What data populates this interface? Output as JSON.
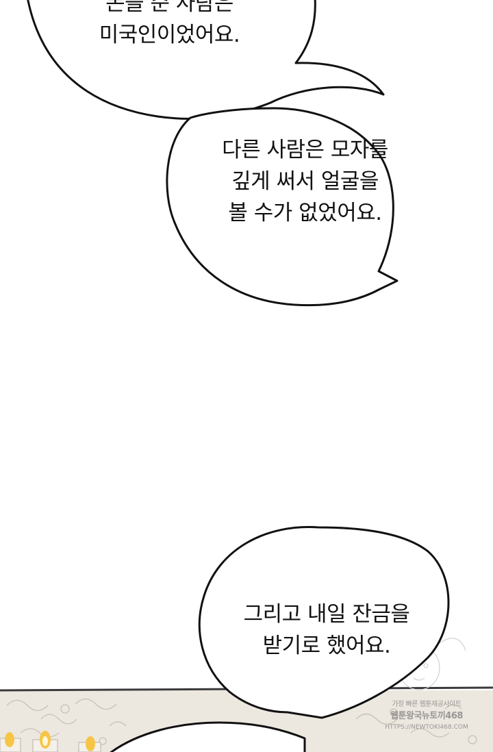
{
  "bubbles": [
    {
      "lines": [
        "돈을 준 사람은",
        "미국인이었어요."
      ]
    },
    {
      "lines": [
        "다른 사람은 모자를",
        "깊게 써서 얼굴을",
        "볼 수가 없었어요."
      ]
    },
    {
      "lines": [
        "그리고 내일 잔금을",
        "받기로 했어요."
      ]
    }
  ],
  "watermark": {
    "line1": "가장 빠른 웹툰제공사이트",
    "line2": "웹툰왕국뉴토끼468",
    "line3": "HTTPS://NEWTOKI468.COM"
  },
  "colors": {
    "ink": "#111111",
    "paper": "#ffffff",
    "scene": "#e9e4dc",
    "candle_glow": "#f6c548"
  }
}
